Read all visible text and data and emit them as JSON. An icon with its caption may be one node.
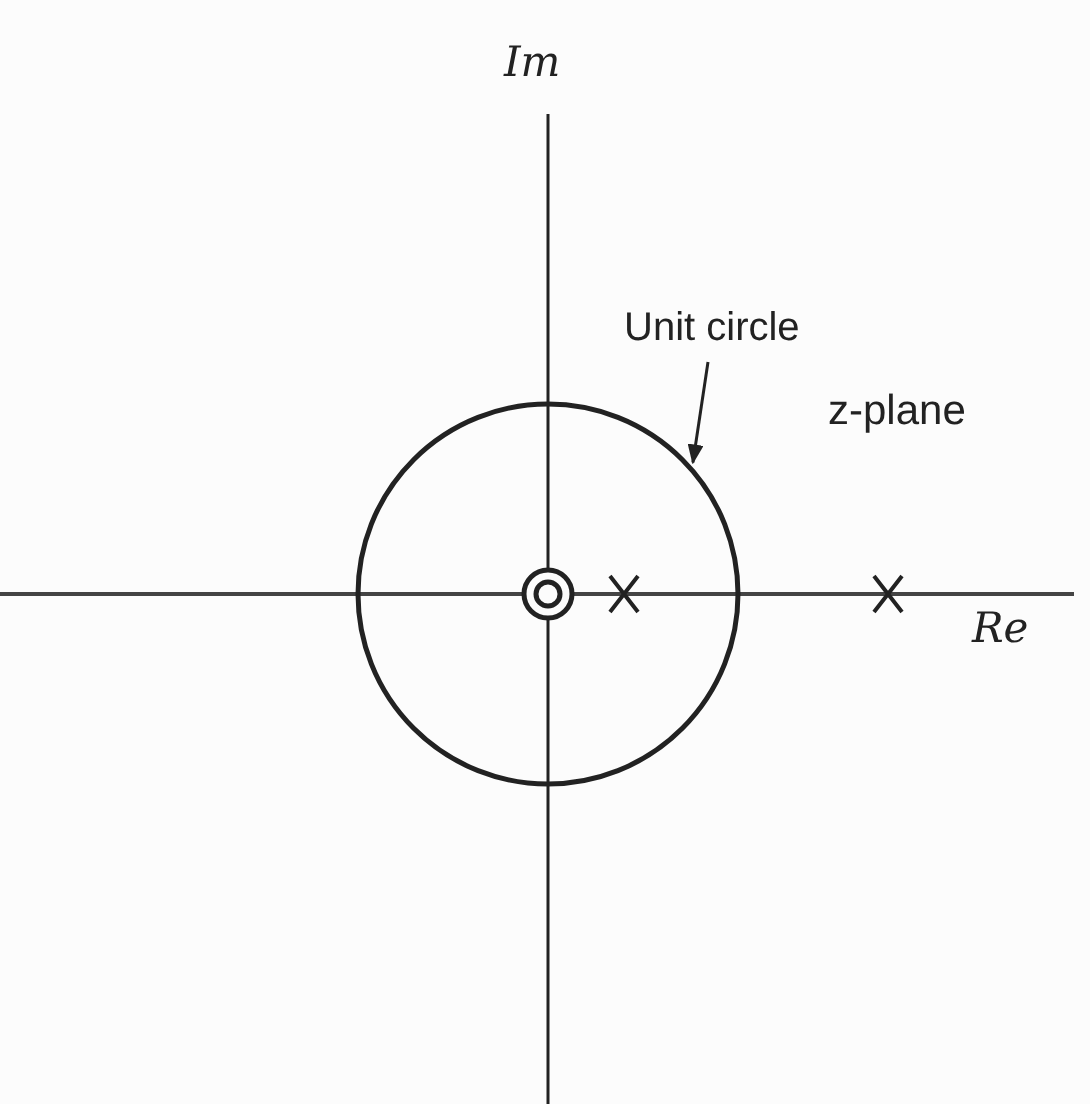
{
  "diagram": {
    "nodes": [
      {
        "text": [
          "Unit circle"
        ]
      },
      {
        "text": [],
        "shape": "circle"
      }
    ],
    "edges": [
      {
        "from": 0,
        "to": 1,
        "arrow": "to"
      }
    ],
    "labels": [
      "Im",
      "z-plane",
      "Re"
    ]
  }
}
